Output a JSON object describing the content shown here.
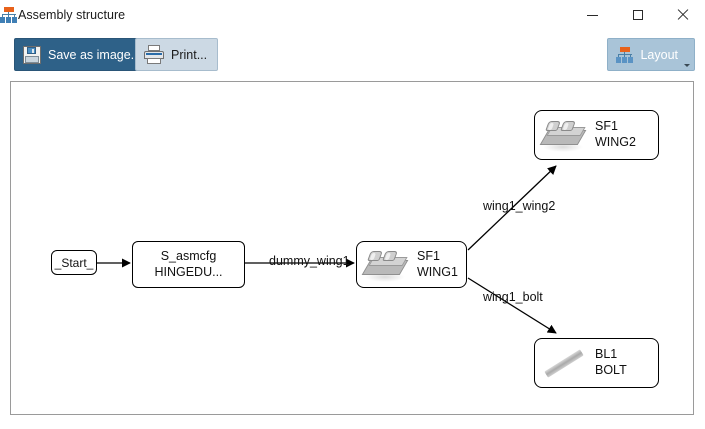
{
  "window": {
    "title": "Assembly structure",
    "title_icon": "hierarchy-icon",
    "controls": {
      "minimize": "minimize-icon",
      "maximize": "maximize-icon",
      "close": "close-icon"
    }
  },
  "toolbar": {
    "save_label": "Save as image...",
    "save_icon": "floppy-disk-icon",
    "print_label": "Print...",
    "print_icon": "printer-icon",
    "layout_label": "Layout",
    "layout_icon": "hierarchy-icon"
  },
  "colors": {
    "accent_primary": "#2e6188",
    "accent_light": "#ccd9e4",
    "layout_button": "#a9c4d8",
    "icon_orange": "#e8621b",
    "icon_blue": "#3f7fb5",
    "canvas_border": "#9a9a9a",
    "node_border": "#000000",
    "node_fill": "#ffffff",
    "edge_stroke": "#000000"
  },
  "graph": {
    "nodes": [
      {
        "id": "start",
        "shape": "rounded-rect",
        "icon": "none",
        "line1": "_Start_",
        "line2": ""
      },
      {
        "id": "asmcfg",
        "shape": "rounded-rect",
        "icon": "none",
        "line1": "S_asmcfg",
        "line2": "HINGEDU..."
      },
      {
        "id": "wing1",
        "shape": "rounded-rect",
        "icon": "hinge-part-icon",
        "line1": "SF1",
        "line2": "WING1"
      },
      {
        "id": "wing2",
        "shape": "rounded-rect",
        "icon": "hinge-part-icon",
        "line1": "SF1",
        "line2": "WING2"
      },
      {
        "id": "bolt",
        "shape": "rounded-rect",
        "icon": "bolt-part-icon",
        "line1": "BL1",
        "line2": "BOLT"
      }
    ],
    "edges": [
      {
        "from": "start",
        "to": "asmcfg",
        "label": ""
      },
      {
        "from": "asmcfg",
        "to": "wing1",
        "label": "dummy_wing1"
      },
      {
        "from": "wing1",
        "to": "wing2",
        "label": "wing1_wing2"
      },
      {
        "from": "wing1",
        "to": "bolt",
        "label": "wing1_bolt"
      }
    ]
  }
}
